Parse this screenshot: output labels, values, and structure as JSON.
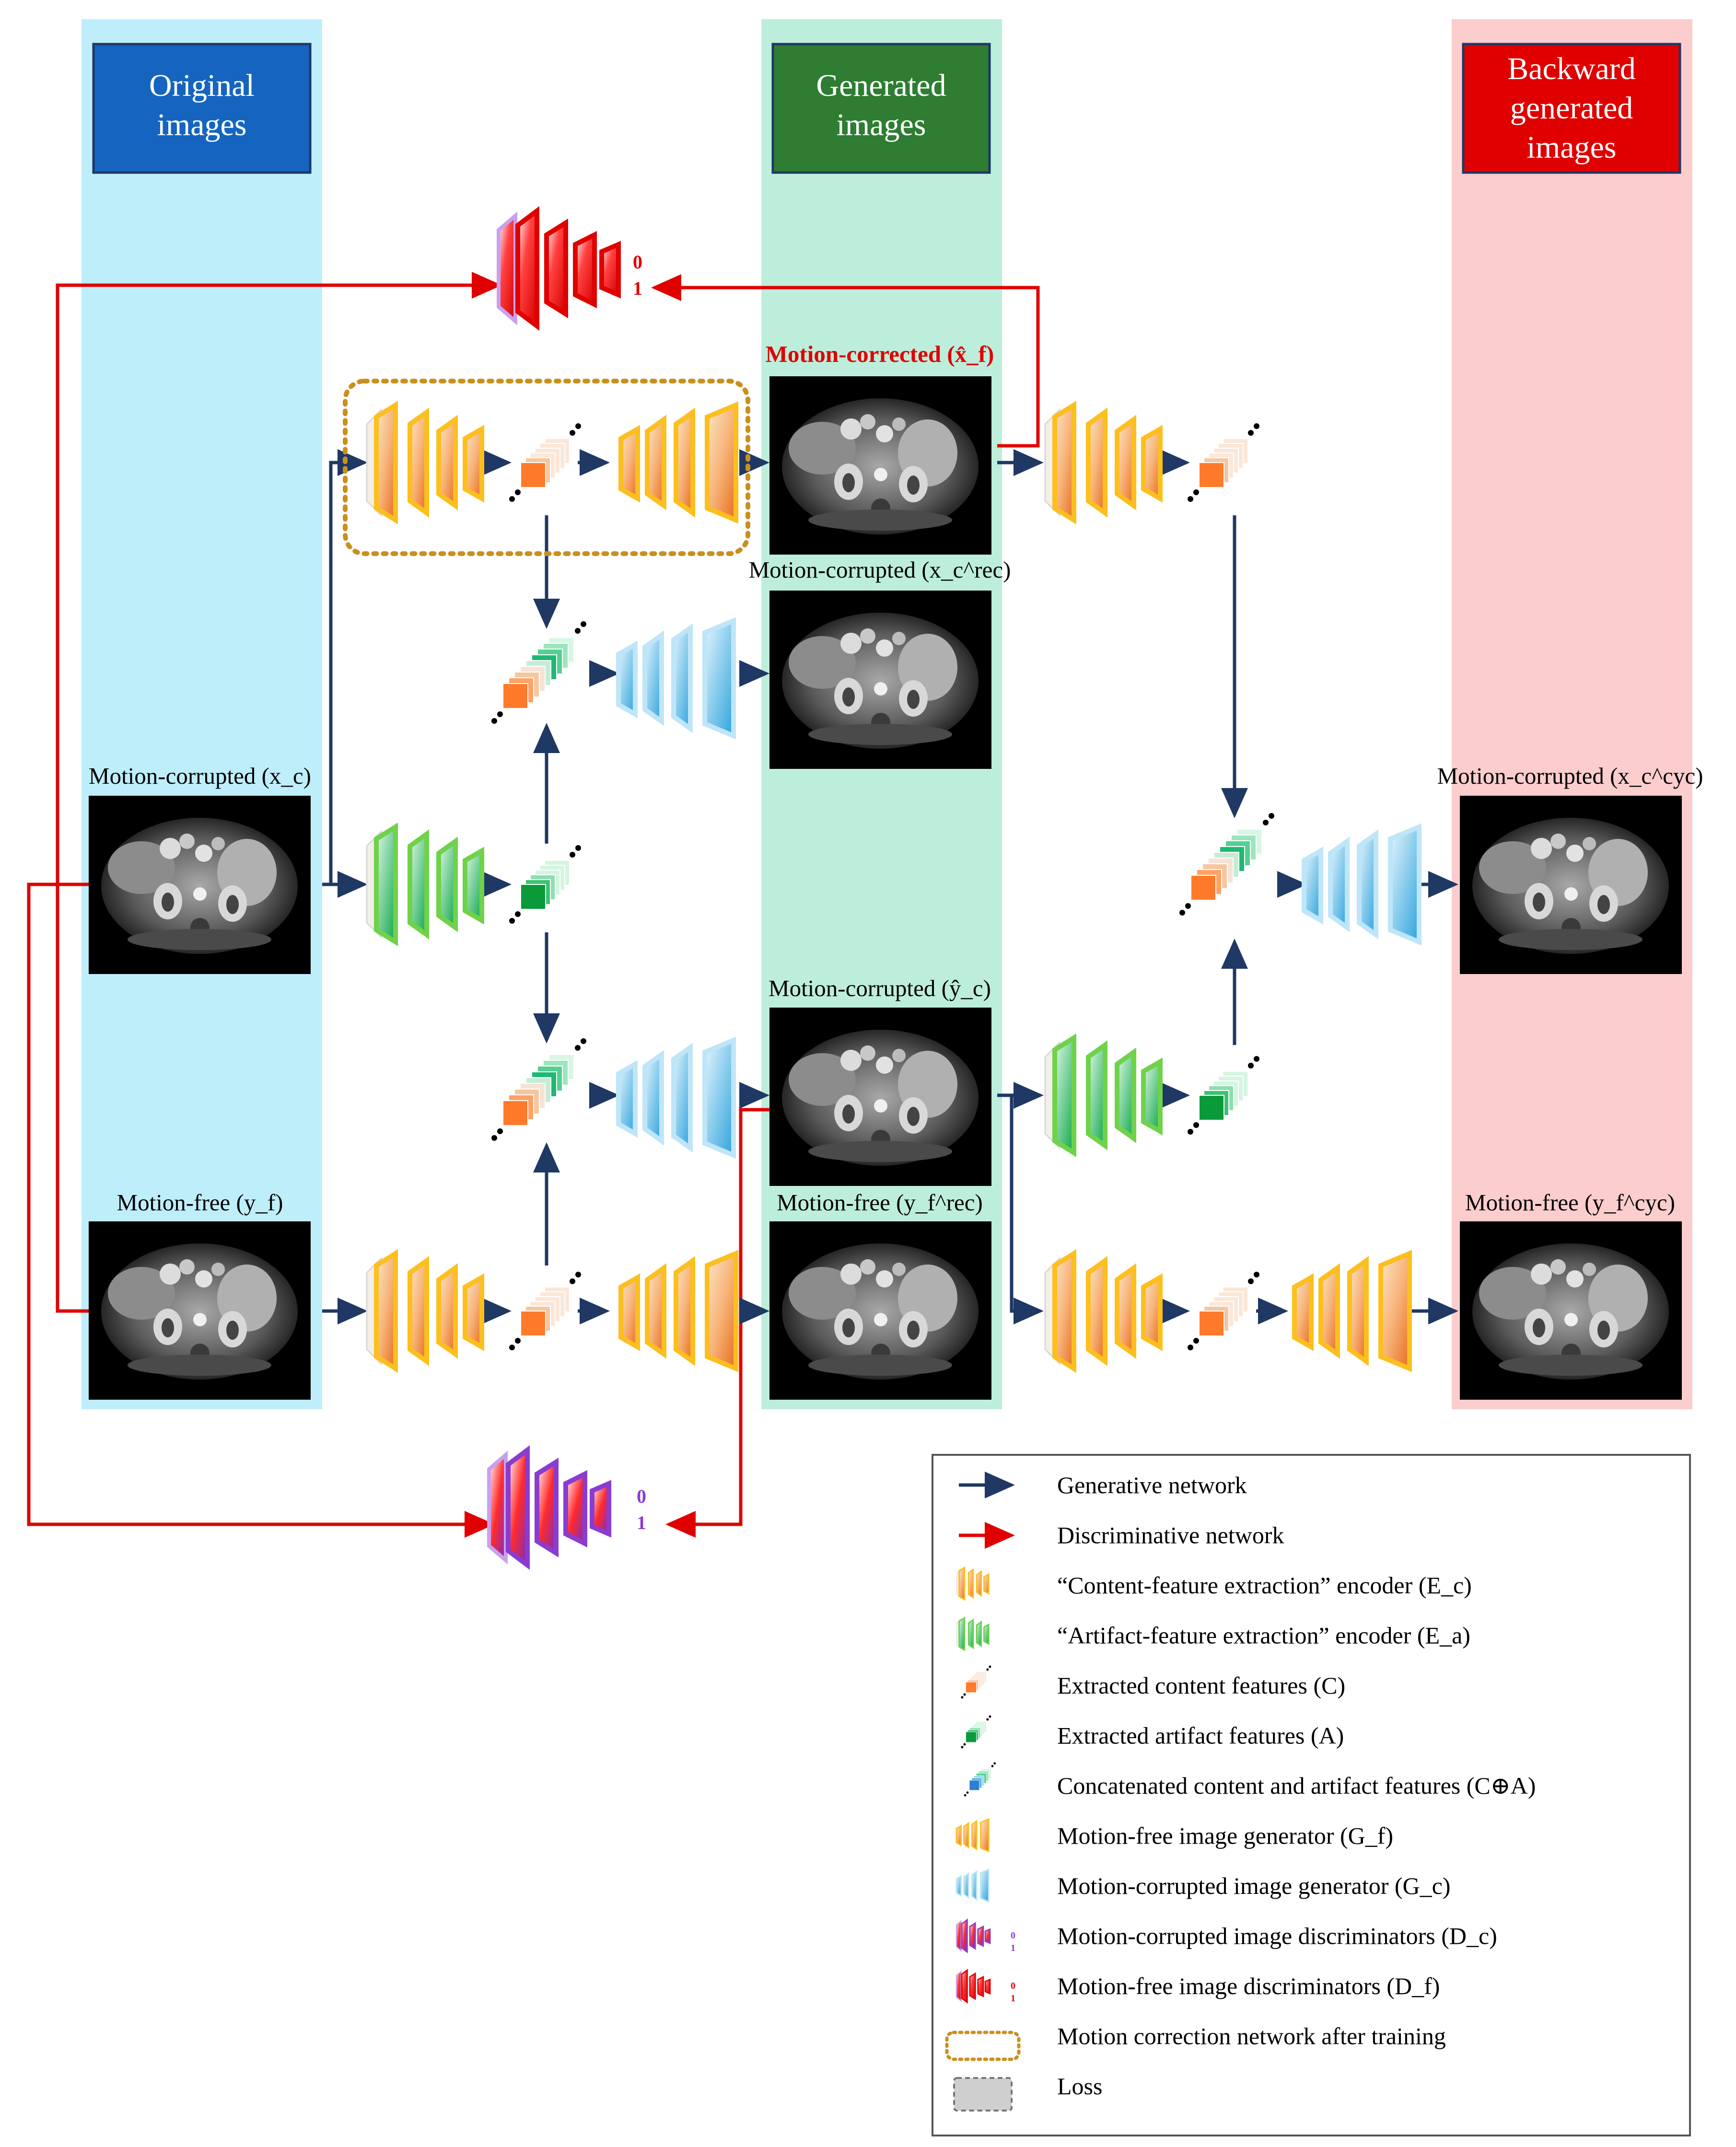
{
  "columns": {
    "original": "Original images",
    "generated": "Generated images",
    "backward": "Backward generated images"
  },
  "colors": {
    "col_original_bg": "#bfeefb",
    "col_generated_bg": "#bdeedc",
    "col_backward_bg": "#fccdcd",
    "hdr_original": "#1565c0",
    "hdr_generated": "#2e7d32",
    "hdr_backward": "#e00000",
    "generative_arrow": "#1f3864",
    "discriminative_arrow": "#e00000",
    "dashed_box": "#c9901e"
  },
  "image_labels": {
    "x_c": "Motion-corrupted (x_c)",
    "y_f": "Motion-free (y_f)",
    "x_hat_f": "Motion-corrected (x̂_f)",
    "x_c_rec": "Motion-corrupted (x_c^rec)",
    "y_hat_c": "Motion-corrupted (ŷ_c)",
    "y_f_rec": "Motion-free (y_f^rec)",
    "x_c_cyc": "Motion-corrupted (x_c^cyc)",
    "y_f_cyc": "Motion-free (y_f^cyc)"
  },
  "disc_outputs": {
    "zero": "0",
    "one": "1"
  },
  "legend": [
    {
      "icon": "generative-arrow",
      "text": "Generative network"
    },
    {
      "icon": "discriminative-arrow",
      "text": "Discriminative network"
    },
    {
      "icon": "content-encoder",
      "text": "“Content-feature extraction” encoder (E_c)"
    },
    {
      "icon": "artifact-encoder",
      "text": "“Artifact-feature extraction” encoder (E_a)"
    },
    {
      "icon": "content-features",
      "text": "Extracted content features (C)"
    },
    {
      "icon": "artifact-features",
      "text": "Extracted artifact features (A)"
    },
    {
      "icon": "concat-features",
      "text": "Concatenated content and artifact features (C⊕A)"
    },
    {
      "icon": "free-generator",
      "text": "Motion-free image generator (G_f)"
    },
    {
      "icon": "corrupt-generator",
      "text": "Motion-corrupted image generator (G_c)"
    },
    {
      "icon": "corrupt-discriminator",
      "text": "Motion-corrupted image discriminators (D_c)"
    },
    {
      "icon": "free-discriminator",
      "text": "Motion-free image discriminators (D_f)"
    },
    {
      "icon": "dashed-box",
      "text": "Motion correction network after training"
    },
    {
      "icon": "loss-box",
      "text": "Loss"
    }
  ]
}
